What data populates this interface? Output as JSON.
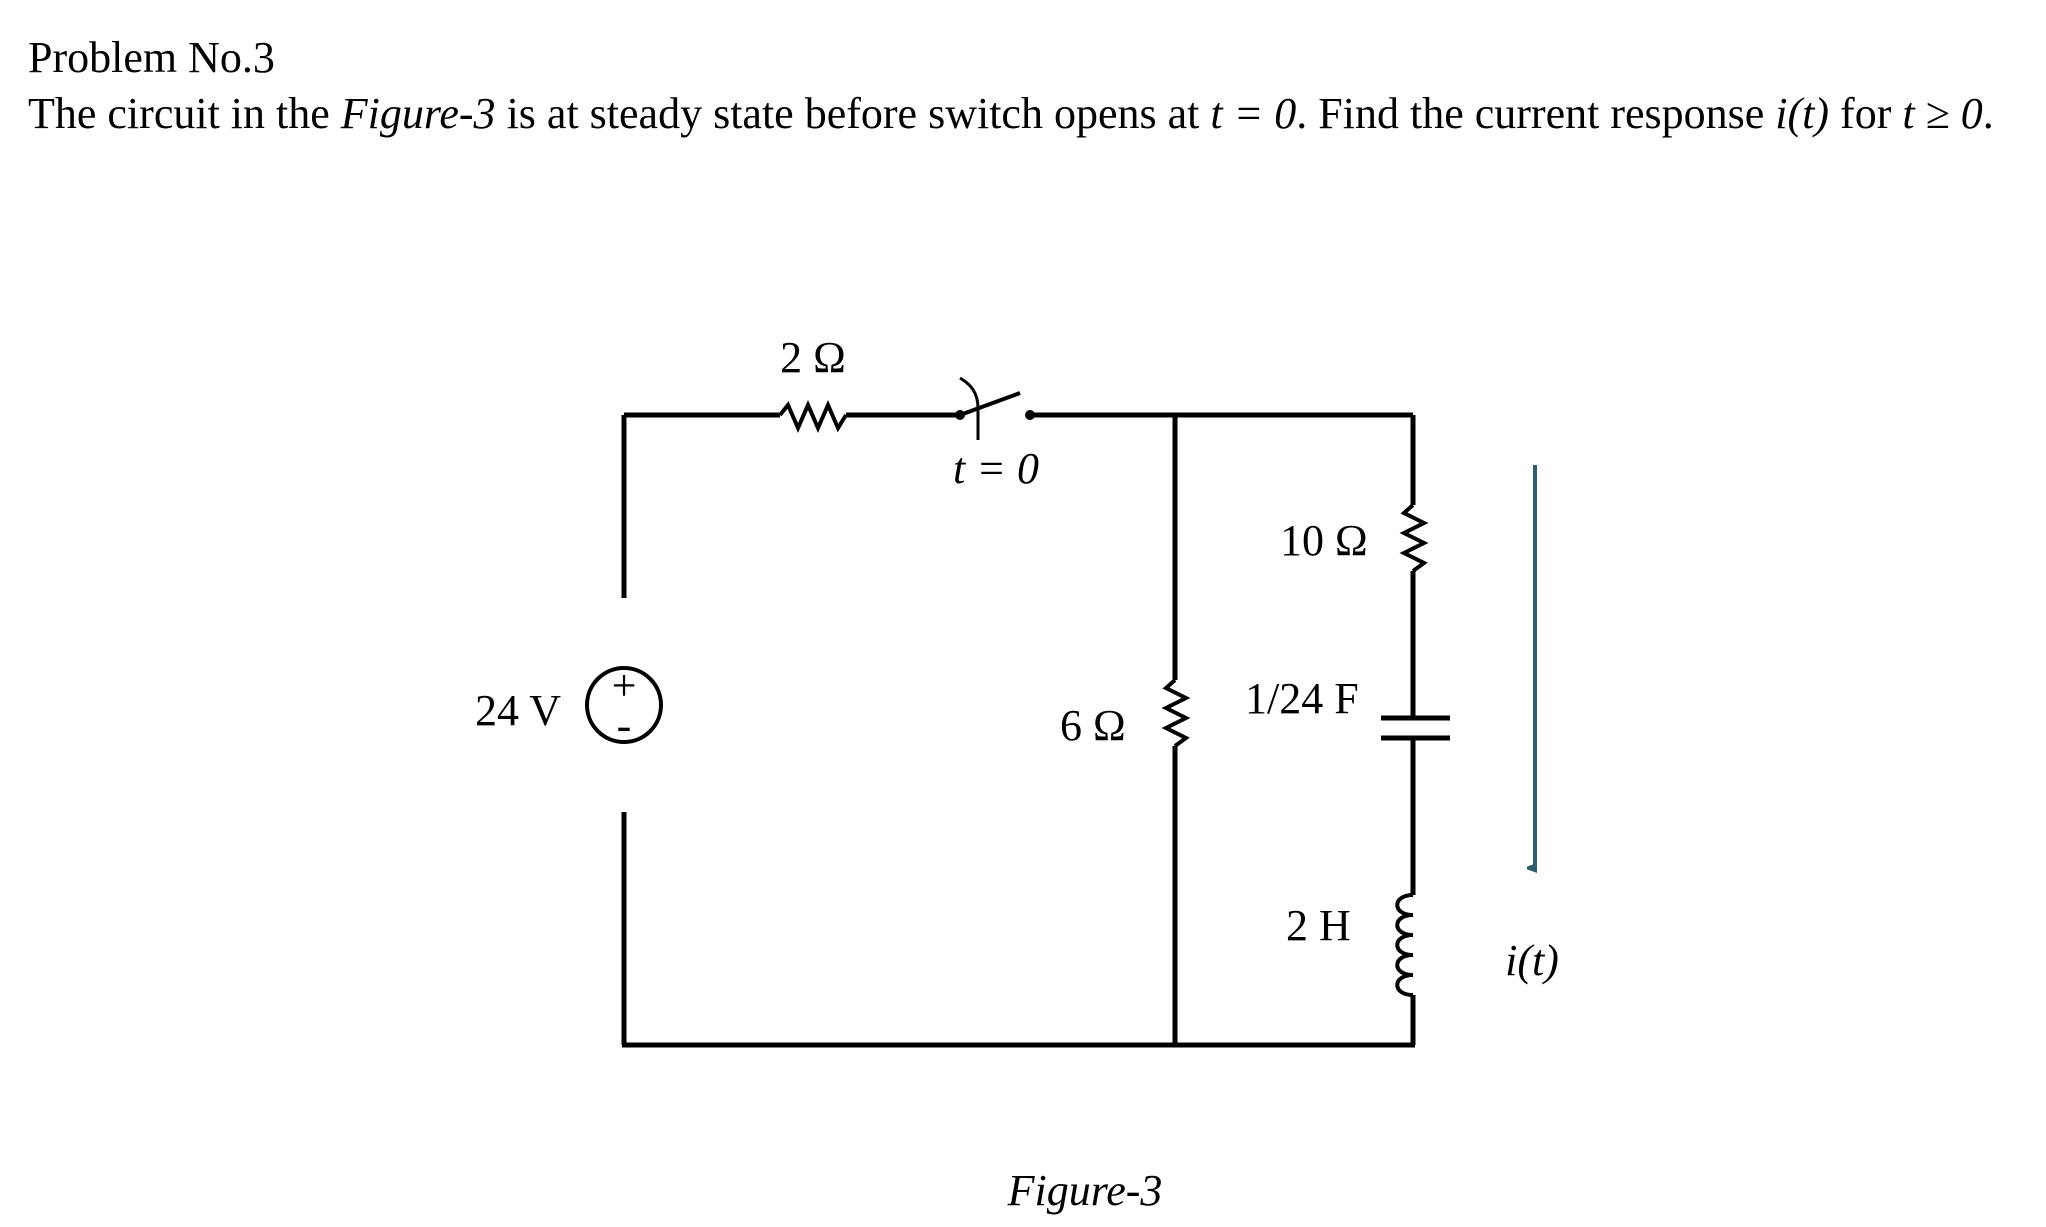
{
  "problem": {
    "heading": "Problem No.3",
    "statement": {
      "text_1": "The circuit in the ",
      "figure_ref": "Figure-3",
      "text_2": " is at steady state before switch opens at ",
      "condition": "t = 0",
      "text_3": ". Find the current response ",
      "unknown": "i(t)",
      "text_4": " for ",
      "range": "t ≥ 0",
      "text_5": "."
    }
  },
  "figure": {
    "caption": "Figure-3",
    "components": {
      "source_label": "24 V",
      "source_plus": "+",
      "source_minus": "-",
      "r_series_label": "2 Ω",
      "switch_label": "t = 0",
      "r_shunt_label": "6 Ω",
      "r_branch_label": "10 Ω",
      "capacitor_label": "1/24 F",
      "inductor_label": "2 H",
      "current_label": "i(t)"
    },
    "colors": {
      "wire": "#000000",
      "current_arrow": "#2e5e6e"
    }
  }
}
